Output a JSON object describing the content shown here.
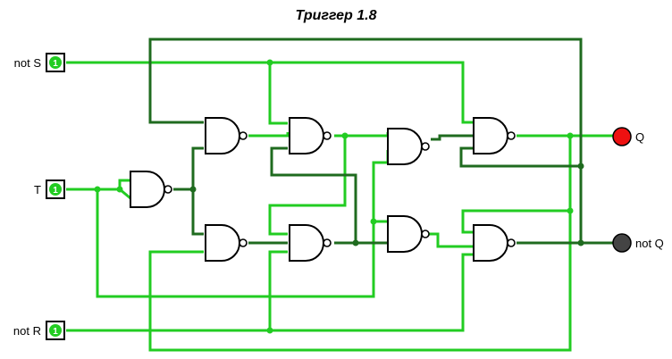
{
  "title": "Триггер 1.8",
  "inputs": {
    "not_s": {
      "label": "not S",
      "value": "1"
    },
    "t": {
      "label": "T",
      "value": "1"
    },
    "not_r": {
      "label": "not R",
      "value": "1"
    }
  },
  "outputs": {
    "q": {
      "label": "Q",
      "state": "high",
      "color": "#ee1111"
    },
    "not_q": {
      "label": "not Q",
      "state": "low",
      "color": "#444444"
    }
  },
  "colors": {
    "wire_high": "#22cc22",
    "wire_low": "#1f6b1f"
  }
}
